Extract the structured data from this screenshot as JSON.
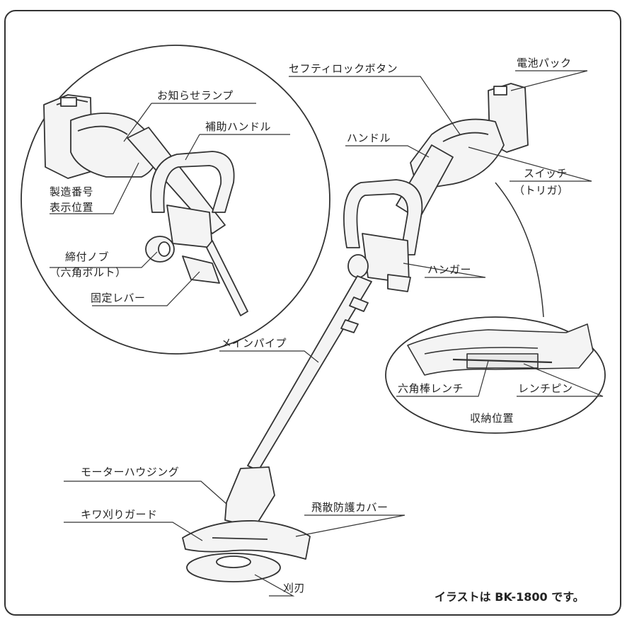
{
  "labels": {
    "oshirase_lamp": "お知らせランプ",
    "hojo_handle": "補助ハンドル",
    "seizo_bango_1": "製造番号",
    "seizo_bango_2": "表示位置",
    "shimetsuke_knob": "締付ノブ",
    "rokkaku_bolt": "（六角ボルト）",
    "kotei_lever": "固定レバー",
    "safety_lock": "セフティロックボタン",
    "battery_pack": "電池パック",
    "handle": "ハンドル",
    "switch": "スイッチ",
    "trigger": "（トリガ）",
    "hanger": "ハンガー",
    "main_pipe": "メインパイプ",
    "rokkaku_wrench": "六角棒レンチ",
    "wrench_pin": "レンチピン",
    "shuno_ichi": "収納位置",
    "motor_housing": "モーターハウジング",
    "kiwa_guard": "キワ刈りガード",
    "hisan_cover": "飛散防護カバー",
    "blade": "刈刃"
  },
  "note": "イラストは BK-1800 です。"
}
